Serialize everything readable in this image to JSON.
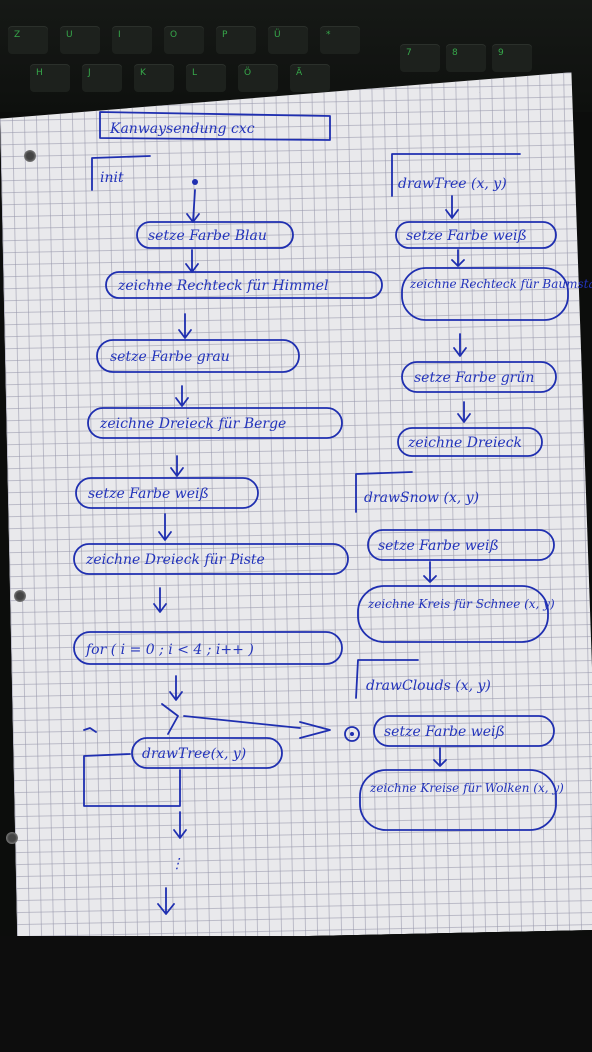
{
  "keyboard": {
    "keys": [
      "Z",
      "U",
      "I",
      "O",
      "P",
      "Ü",
      "*",
      "7",
      "8",
      "9",
      "H",
      "J",
      "K",
      "L",
      "Ö",
      "Ä"
    ]
  },
  "notes": {
    "title": "Kanwaysendung cxc",
    "left_column": {
      "header": "init",
      "steps": [
        "setze Farbe Blau",
        "zeichne Rechteck für Himmel",
        "setze Farbe grau",
        "zeichne Dreieck für Berge",
        "setze Farbe weiß",
        "zeichne Dreieck für Piste"
      ],
      "loop": "for ( i = 0 ; i < 4 ; i++ )",
      "call": "drawTree(x, y)",
      "continuation": "⋮"
    },
    "tree_block": {
      "header": "drawTree (x, y)",
      "steps": [
        "setze Farbe weiß",
        "zeichne Rechteck für Baumstamm",
        "setze Farbe grün",
        "zeichne Dreieck"
      ]
    },
    "snow_block": {
      "header": "drawSnow (x, y)",
      "steps": [
        "setze Farbe weiß",
        "zeichne Kreis für Schnee (x, y)"
      ]
    },
    "clouds_block": {
      "header": "drawClouds (x, y)",
      "steps": [
        "setze Farbe weiß",
        "zeichne Kreise für Wolken (x, y)"
      ]
    }
  }
}
